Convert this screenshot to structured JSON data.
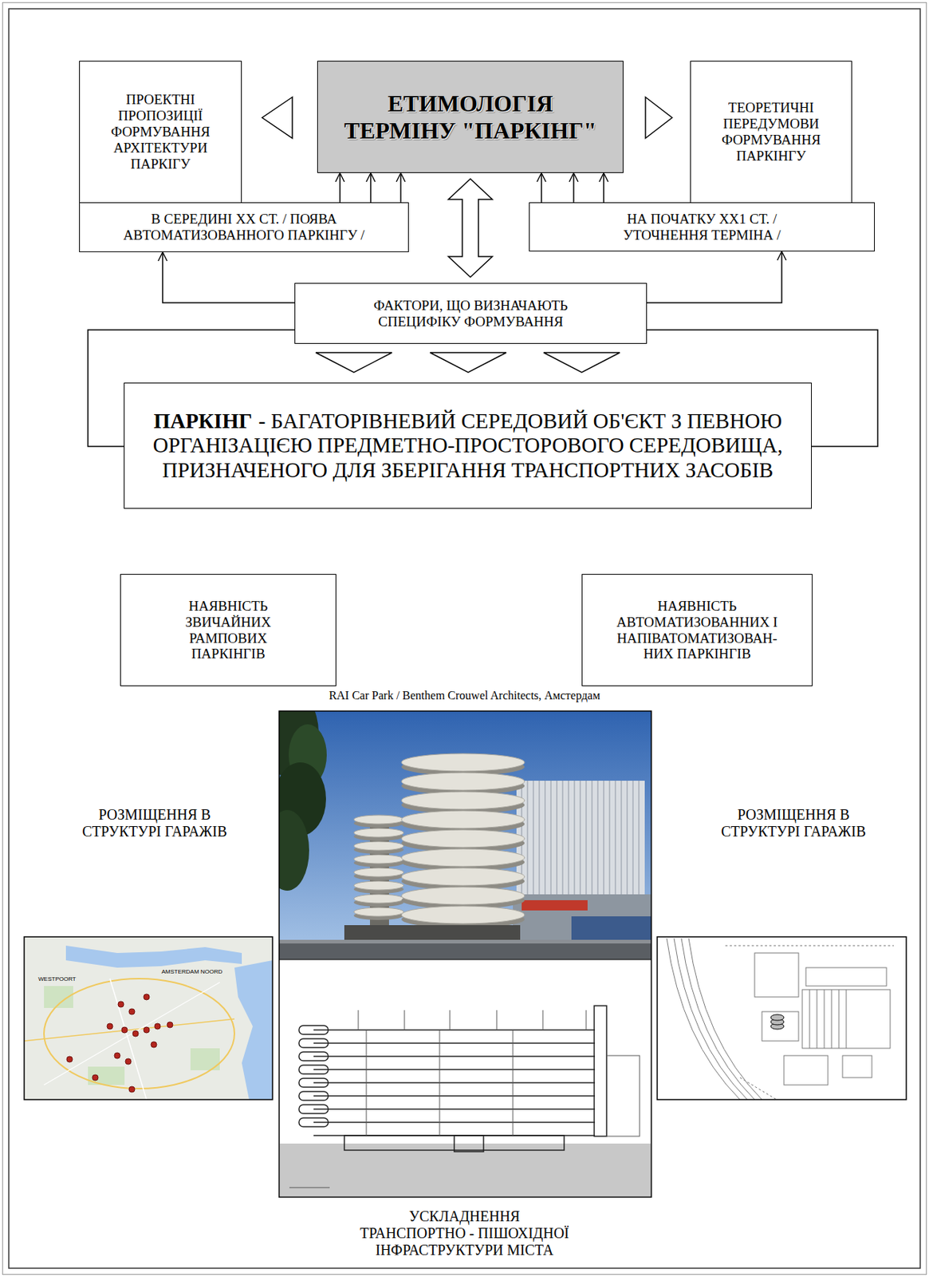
{
  "diagram": {
    "nodes": [
      {
        "text": [
          "ПРОЕКТНІ ПРОПОЗИЦІЇ ФОРМУВАННЯ АРХІТЕКТУРИ ПАРКІГУ"
        ]
      },
      {
        "text": [
          "ЕТИМОЛОГІЯ ТЕРМІНУ \"ПАРКІНГ\""
        ]
      },
      {
        "text": [
          "ТЕОРЕТИЧНІ ПЕРЕДУМОВИ ФОРМУВАННЯ ПАРКІНГУ"
        ]
      },
      {
        "text": [
          "В СЕРЕДИНІ XX СТ. / ПОЯВА АВТОМАТИЗОВАННОГО ПАРКІНГУ /"
        ]
      },
      {
        "text": [
          "НА ПОЧАТКУ XX1 СТ. / УТОЧНЕННЯ ТЕРМІНА /"
        ]
      },
      {
        "text": [
          "ФАКТОРИ, ЩО ВИЗНАЧАЮТЬ СПЕЦИФІКУ ФОРМУВАННЯ"
        ]
      },
      {
        "text": [
          "ПАРКІНГ",
          "- БАГАТОРІВНЕВИЙ СЕРЕДОВИЙ ОБ'ЄКТ З ПЕВНОЮ ОРГАНІЗАЦІЄЮ ПРЕДМЕТНО-ПРОСТОРОВОГО СЕРЕДОВИЩА, ПРИЗНАЧЕНОГО ДЛЯ ЗБЕРІГАННЯ ТРАНСПОРТНИХ ЗАСОБІВ"
        ]
      },
      {
        "text": [
          "НАЯВНІСТЬ ЗВИЧАЙНИХ РАМПОВИХ ПАРКІНГІВ"
        ]
      },
      {
        "text": [
          "НАЯВНІСТЬ АВТОМАТИЗОВАННИХ І НАПІВАТОМАТИЗОВАН-НИХ ПАРКІНГІВ"
        ]
      }
    ],
    "edges": [
      {
        "from": 1,
        "to": 0,
        "arrow": "to"
      },
      {
        "from": 1,
        "to": 2,
        "arrow": "to"
      },
      {
        "from": 3,
        "to": 1,
        "arrow": "to"
      },
      {
        "from": 3,
        "to": 1,
        "arrow": "to"
      },
      {
        "from": 3,
        "to": 1,
        "arrow": "to"
      },
      {
        "from": 4,
        "to": 1,
        "arrow": "to"
      },
      {
        "from": 4,
        "to": 1,
        "arrow": "to"
      },
      {
        "from": 4,
        "to": 1,
        "arrow": "to"
      },
      {
        "from": 1,
        "to": 5,
        "arrow": "both"
      },
      {
        "from": 5,
        "to": 3,
        "arrow": "to"
      },
      {
        "from": 5,
        "to": 4,
        "arrow": "to"
      },
      {
        "from": 5,
        "to": 6,
        "arrow": "to"
      },
      {
        "from": 5,
        "to": 6,
        "arrow": "to"
      },
      {
        "from": 5,
        "to": 6,
        "arrow": "to"
      },
      {
        "from": 5,
        "to": 6,
        "arrow": "none"
      },
      {
        "from": 5,
        "to": 6,
        "arrow": "none"
      }
    ],
    "labels": [
      "RAI Car Park / Benthem Crouwel Architects, Амстердам",
      "РОЗМІЩЕННЯ В СТРУКТУРІ ГАРАЖІВ",
      "РОЗМІЩЕННЯ В СТРУКТУРІ ГАРАЖІВ",
      "УСКЛАДНЕННЯ ТРАНСПОРТНО - ПІШОХІДНОЇ ІНФРАСТРУКТУРИ МІСТА",
      "WESTPOORT",
      "AMSTERDAM NOORD"
    ]
  }
}
